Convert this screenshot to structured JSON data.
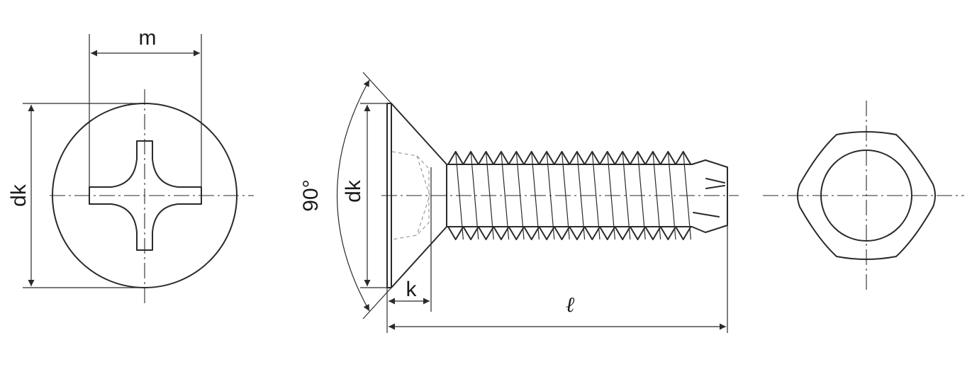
{
  "labels": {
    "m": "m",
    "dk_head": "dk",
    "dk_side": "dk",
    "angle": "90°",
    "k": "k",
    "length": "ℓ"
  },
  "colors": {
    "line": "#2a2a2a",
    "background": "#ffffff"
  }
}
